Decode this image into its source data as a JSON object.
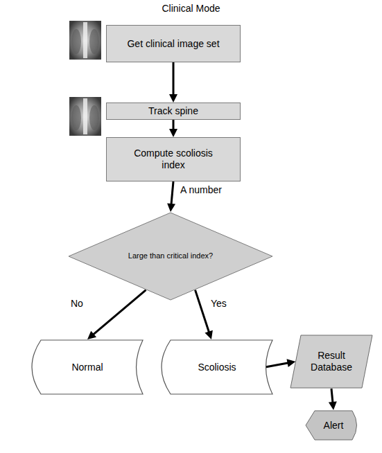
{
  "diagram": {
    "title": "Clinical Mode",
    "nodes": [
      {
        "text": [
          "Get clinical image set"
        ]
      },
      {
        "text": [
          "Track spine"
        ]
      },
      {
        "text": [
          "Compute scoliosis index"
        ]
      },
      {
        "text": [
          "Large than critical index?"
        ]
      },
      {
        "text": [
          "Normal"
        ]
      },
      {
        "text": [
          "Scoliosis"
        ]
      },
      {
        "text": [
          "Result Database"
        ]
      },
      {
        "text": [
          "Alert"
        ]
      }
    ],
    "edges": [
      {
        "from": 0,
        "to": 1,
        "arrow": "to"
      },
      {
        "from": 1,
        "to": 2,
        "arrow": "to"
      },
      {
        "from": 2,
        "to": 3,
        "label": "A number",
        "arrow": "to"
      },
      {
        "from": 3,
        "to": 4,
        "label": "No",
        "arrow": "to"
      },
      {
        "from": 3,
        "to": 5,
        "label": "Yes",
        "arrow": "to"
      },
      {
        "from": 5,
        "to": 6,
        "arrow": "to"
      },
      {
        "from": 6,
        "to": 7,
        "arrow": "to"
      }
    ]
  }
}
